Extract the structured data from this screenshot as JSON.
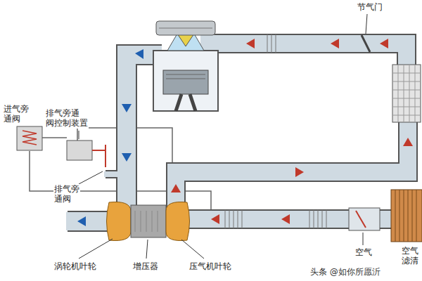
{
  "diagram": {
    "labels": [
      "节气门",
      "进气旁 通阀",
      "排气旁通 阀控制装置",
      "排气旁 通阀",
      "涡轮机叶轮",
      "增压器",
      "压气机叶轮",
      "空气",
      "空气 滤清",
      "头条 @如你所愿沂"
    ]
  }
}
